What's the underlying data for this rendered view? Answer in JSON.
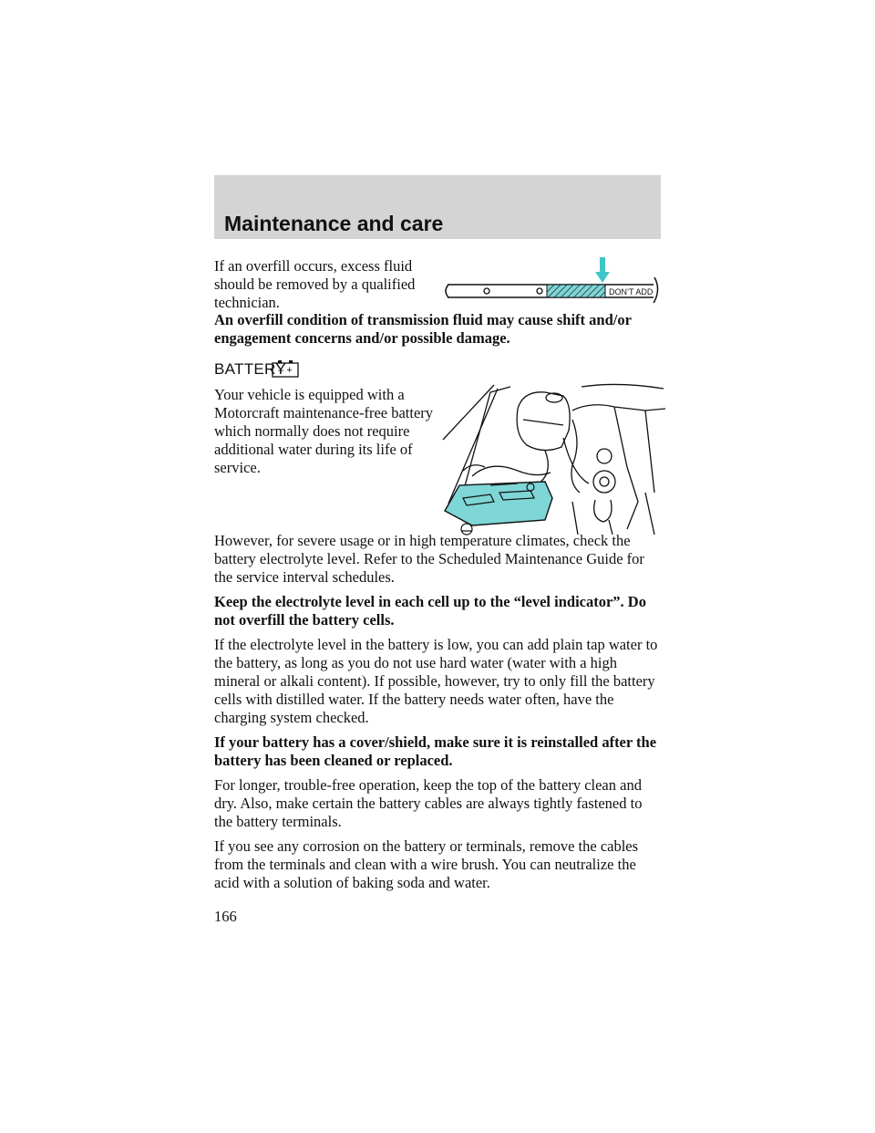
{
  "header": {
    "title": "Maintenance and care"
  },
  "overfill": {
    "text": "If an overfill occurs, excess fluid should be removed by a qualified technician.",
    "warning": "An overfill condition of transmission fluid may cause shift and/or engagement concerns and/or possible damage."
  },
  "dipstick_label": "DON’T ADD",
  "battery": {
    "heading": "BATTERY",
    "icon_label": "– +",
    "intro": "Your vehicle is equipped with a Motorcraft maintenance-free battery which normally does not require additional water during its life of service."
  },
  "paragraphs": {
    "p1": "However, for severe usage or in high temperature climates, check the battery electrolyte level. Refer to the Scheduled Maintenance Guide for the service interval schedules.",
    "p2": "Keep the electrolyte level in each cell up to the “level indicator”. Do not overfill the battery cells.",
    "p3": "If the electrolyte level in the battery is low, you can add plain tap water to the battery, as long as you do not use hard water (water with a high mineral or alkali content). If possible, however, try to only fill the battery cells with distilled water. If the battery needs water often, have the charging system checked.",
    "p4": "If your battery has a cover/shield, make sure it is reinstalled after the battery has been cleaned or replaced.",
    "p5": "For longer, trouble-free operation, keep the top of the battery clean and dry. Also, make certain the battery cables are always tightly fastened to the battery terminals.",
    "p6": "If you see any corrosion on the battery or terminals, remove the cables from the terminals and clean with a wire brush. You can neutralize the acid with a solution of baking soda and water."
  },
  "page_number": "166",
  "colors": {
    "header_band": "#d4d4d4",
    "highlight": "#7fd6d6",
    "arrow": "#3fc6c6"
  }
}
